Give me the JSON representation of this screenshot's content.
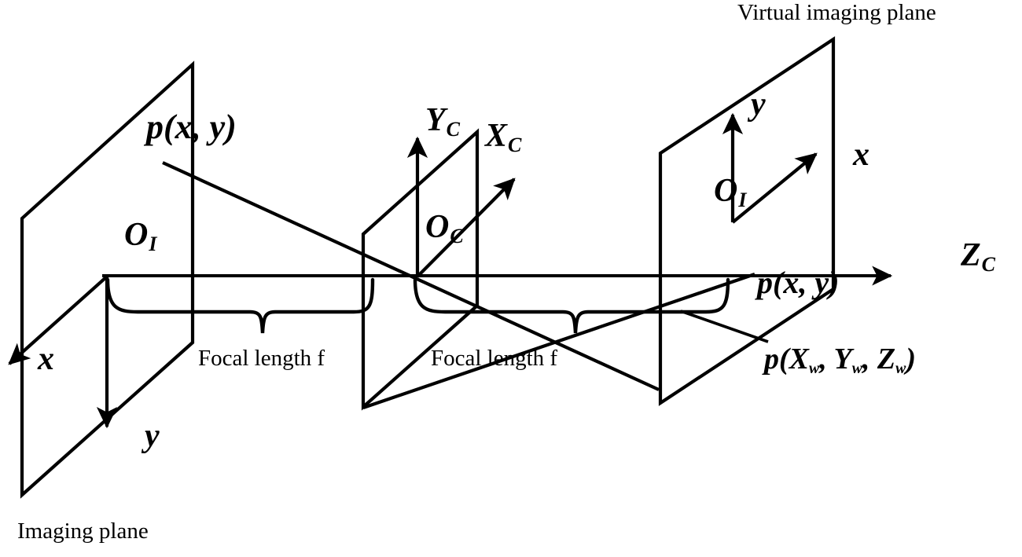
{
  "figure": {
    "type": "camera-projection-geometry-diagram",
    "background_color": "#ffffff",
    "stroke_color": "#000000",
    "captions": {
      "virtual_imaging_plane": "Virtual imaging plane",
      "imaging_plane": "Imaging plane",
      "focal_length_left": "Focal length f",
      "focal_length_right": "Focal length f"
    },
    "labels": {
      "image_point_left": "p(x, y)",
      "origin_left": "O",
      "origin_left_sub": "I",
      "axis_x_left": "x",
      "axis_y_left": "y",
      "camera_origin": "O",
      "camera_origin_sub": "C",
      "axis_yc": "Y",
      "axis_yc_sub": "C",
      "axis_xc": "X",
      "axis_xc_sub": "C",
      "axis_zc": "Z",
      "axis_zc_sub": "C",
      "origin_right": "O",
      "origin_right_sub": "I",
      "axis_x_right": "x",
      "axis_y_right": "y",
      "image_point_right": "p(x, y)",
      "world_point": "p(X",
      "world_point_sub1": "w",
      "world_point_mid": ", Y",
      "world_point_sub2": "w",
      "world_point_mid2": ", Z",
      "world_point_sub3": "w",
      "world_point_end": ")"
    },
    "elements": {
      "planes": [
        {
          "name": "imaging-plane",
          "role": "left real imaging plane"
        },
        {
          "name": "camera-plane",
          "role": "middle camera / lens plane"
        },
        {
          "name": "virtual-imaging-plane",
          "role": "right virtual imaging plane"
        }
      ],
      "axes": [
        {
          "name": "zc-axis",
          "direction": "horizontal-right"
        },
        {
          "name": "yc-axis",
          "direction": "up"
        },
        {
          "name": "xc-axis",
          "direction": "up-right"
        },
        {
          "name": "x-axis-left",
          "direction": "down-left"
        },
        {
          "name": "y-axis-left",
          "direction": "down"
        },
        {
          "name": "y-axis-right",
          "direction": "up"
        },
        {
          "name": "x-axis-right",
          "direction": "up-right"
        }
      ],
      "rays": [
        {
          "name": "projection-ray-primary",
          "from": "left imaging plane point",
          "to": "lower right"
        },
        {
          "name": "projection-ray-secondary",
          "from": "lower left",
          "to": "upper right"
        }
      ],
      "braces": [
        {
          "name": "focal-length-brace-left"
        },
        {
          "name": "focal-length-brace-right"
        }
      ]
    }
  }
}
